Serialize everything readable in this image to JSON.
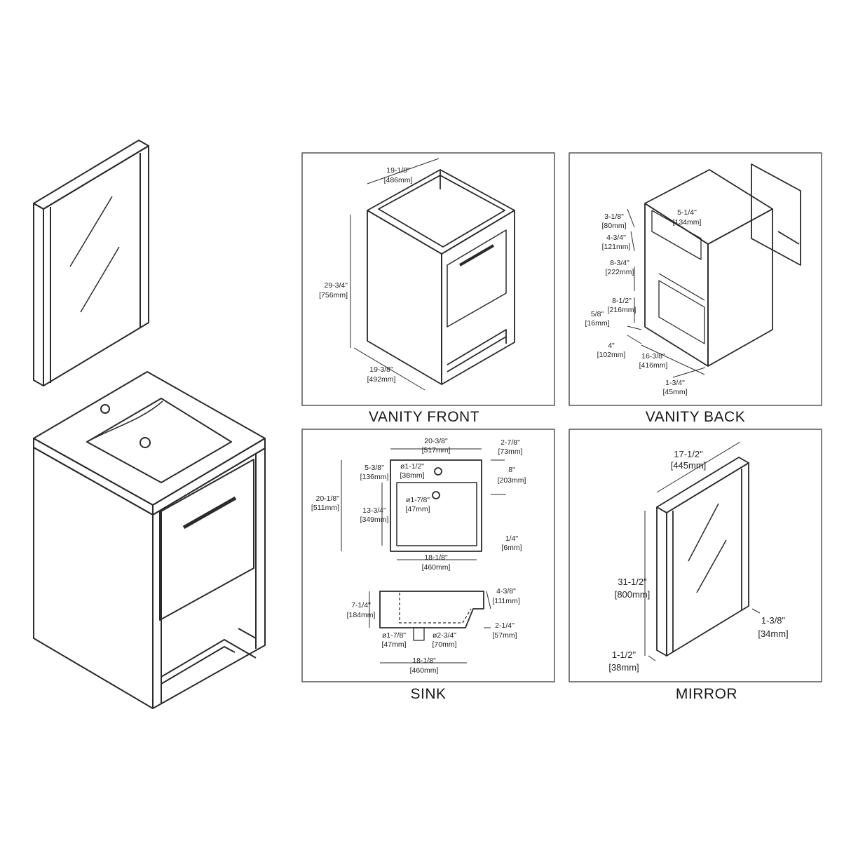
{
  "panels": {
    "vanity_front": {
      "title": "VANITY FRONT",
      "width_in": "19-1/8\"",
      "width_mm": "[486mm]",
      "height_in": "29-3/4\"",
      "height_mm": "[756mm]",
      "depth_in": "19-3/8\"",
      "depth_mm": "[492mm]"
    },
    "vanity_back": {
      "title": "VANITY BACK",
      "d1_in": "3-1/8\"",
      "d1_mm": "[80mm]",
      "d2_in": "5-1/4\"",
      "d2_mm": "[134mm]",
      "d3_in": "4-3/4\"",
      "d3_mm": "[121mm]",
      "d4_in": "8-3/4\"",
      "d4_mm": "[222mm]",
      "d5_in": "8-1/2\"",
      "d5_mm": "[216mm]",
      "d6_in": "5/8\"",
      "d6_mm": "[16mm]",
      "d7_in": "4\"",
      "d7_mm": "[102mm]",
      "d8_in": "16-3/8\"",
      "d8_mm": "[416mm]",
      "d9_in": "1-3/4\"",
      "d9_mm": "[45mm]"
    },
    "sink": {
      "title": "SINK",
      "top_w_in": "20-3/8\"",
      "top_w_mm": "[517mm]",
      "edge_in": "2-7/8\"",
      "edge_mm": "[73mm]",
      "faucet_hole": "ø1-1/2\"",
      "faucet_hole_mm": "[38mm]",
      "offset_in": "5-3/8\"",
      "offset_mm": "[136mm]",
      "right_in": "8\"",
      "right_mm": "[203mm]",
      "depth_in": "20-1/8\"",
      "depth_mm": "[511mm]",
      "drain_hole": "ø1-7/8\"",
      "drain_hole_mm": "[47mm]",
      "inner_d_in": "13-3/4\"",
      "inner_d_mm": "[349mm]",
      "rim_in": "1/4\"",
      "rim_mm": "[6mm]",
      "inner_w_in": "18-1/8\"",
      "inner_w_mm": "[460mm]",
      "side_h_in": "7-1/4\"",
      "side_h_mm": "[184mm]",
      "side_top_in": "4-3/8\"",
      "side_top_mm": "[111mm]",
      "side_low_in": "2-1/4\"",
      "side_low_mm": "[57mm]",
      "drain_a": "ø1-7/8\"",
      "drain_a_mm": "[47mm]",
      "drain_b": "ø2-3/4\"",
      "drain_b_mm": "[70mm]",
      "bottom_w_in": "18-1/8\"",
      "bottom_w_mm": "[460mm]"
    },
    "mirror": {
      "title": "MIRROR",
      "width_in": "17-1/2\"",
      "width_mm": "[445mm]",
      "height_in": "31-1/2\"",
      "height_mm": "[800mm]",
      "depth_in": "1-3/8\"",
      "depth_mm": "[34mm]",
      "frame_in": "1-1/2\"",
      "frame_mm": "[38mm]"
    }
  },
  "colors": {
    "line": "#2a2a2a",
    "border": "#555555",
    "background": "#ffffff"
  }
}
